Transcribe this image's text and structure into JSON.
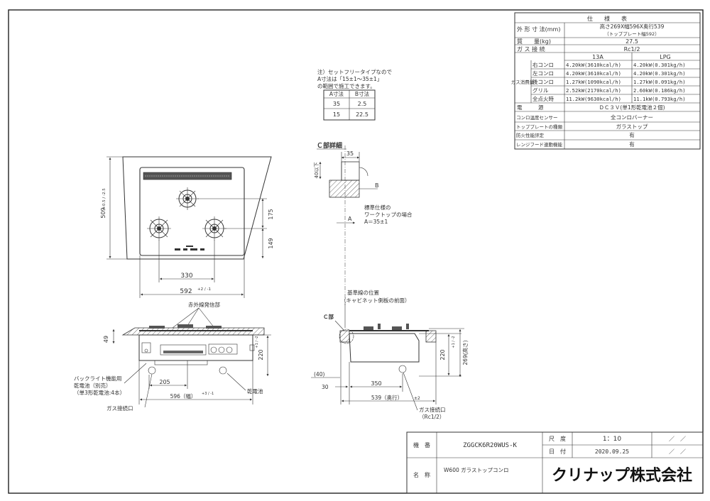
{
  "spec": {
    "title": "仕　　様　　表",
    "rows": [
      {
        "label": "外 形 寸 法(mm)",
        "value": "高さ269X幅596X奥行539",
        "sub": "（トッププレート幅592）"
      },
      {
        "label": "質　　量(kg)",
        "value": "27.5"
      },
      {
        "label": "ガ ス 接 続",
        "value": "Rc1/2"
      }
    ],
    "gas_header": {
      "col1": "13A",
      "col2": "LPG"
    },
    "gas_group_label": "ガス消費量",
    "gas_rows": [
      {
        "name": "右コンロ",
        "a": "4.20kW(3610kcal/h)",
        "b": "4.20kW(0.301kg/h)"
      },
      {
        "name": "左コンロ",
        "a": "4.20kW(3610kcal/h)",
        "b": "4.20kW(0.301kg/h)"
      },
      {
        "name": "後コンロ",
        "a": "1.27kW(1090kcal/h)",
        "b": "1.27kW(0.091kg/h)"
      },
      {
        "name": "グリル",
        "a": "2.52kW(2170kcal/h)",
        "b": "2.60kW(0.186kg/h)"
      },
      {
        "name": "全点火時",
        "a": "11.2kW(9630kcal/h)",
        "b": "11.1kW(0.793kg/h)"
      }
    ],
    "rows2": [
      {
        "label": "電　　　源",
        "value": "ＤＣ３Ｖ(単1形乾電池２個)"
      },
      {
        "label": "コンロ温度センサー",
        "value": "全コンロバーナー"
      },
      {
        "label": "トッププレートの種類",
        "value": "ガラストップ"
      },
      {
        "label": "防火性能評定",
        "value": "有"
      },
      {
        "label": "レンジフード連動機能",
        "value": "有"
      }
    ]
  },
  "note": {
    "lines": [
      "注）セットフリータイプなので",
      "A寸法は「15±1～35±1」",
      "の範囲で施工できます。"
    ],
    "headers": [
      "A寸法",
      "B寸法"
    ],
    "rows": [
      [
        "35",
        "2.5"
      ],
      [
        "15",
        "22.5"
      ]
    ]
  },
  "detail": {
    "title": "Ｃ部詳細",
    "dim_35": "35",
    "dim_40": "40以下",
    "label_b": "B",
    "label_a": "A",
    "std_lines": [
      "標準仕様の",
      "ワークトップの場合",
      "A＝35±1"
    ]
  },
  "plan": {
    "d_509": "509",
    "d_509_tol": "+0.5 / -2.5",
    "d_175": "175",
    "d_149": "149",
    "d_330": "330",
    "d_592": "592",
    "d_592_tol": "+2 / -1"
  },
  "front": {
    "ir_label": "赤外線発信部",
    "d_49": "49",
    "d_220": "220",
    "d_220_tol": "+1 / -2",
    "backlight": [
      "バックライト機能用",
      "乾電池（別売）",
      "（単3形乾電池:4本）"
    ],
    "d_205": "205",
    "d_596": "596（幅）",
    "d_596_tol": "+3 / -1",
    "battery": "乾電池",
    "gas_inlet": "ガス接続口"
  },
  "side": {
    "ref_lines": [
      "基準線の位置",
      "（キャビネット側板の前面）"
    ],
    "c_part": "Ｃ部",
    "d_40": "(40)",
    "d_30": "30",
    "d_350": "350",
    "d_539": "539（奥行）",
    "d_539_tol": "±2",
    "d_220": "220",
    "d_220_tol": "+1 / -2",
    "d_269": "269(高さ)",
    "gas_inlet": "ガス接続口",
    "gas_inlet2": "（Rc1/2）"
  },
  "titleblock": {
    "model_label": "機　番",
    "model_value": "ZGGCK6R20WUS-K",
    "name_label": "名　称",
    "name_value": "W600 ガラストップコンロ",
    "scale_label": "尺　度",
    "scale_value": "1：10",
    "date_label": "日　付",
    "date_value": "2020.09.25",
    "slash1": "／　／",
    "slash2": "／　／",
    "company": "クリナップ株式会社"
  }
}
